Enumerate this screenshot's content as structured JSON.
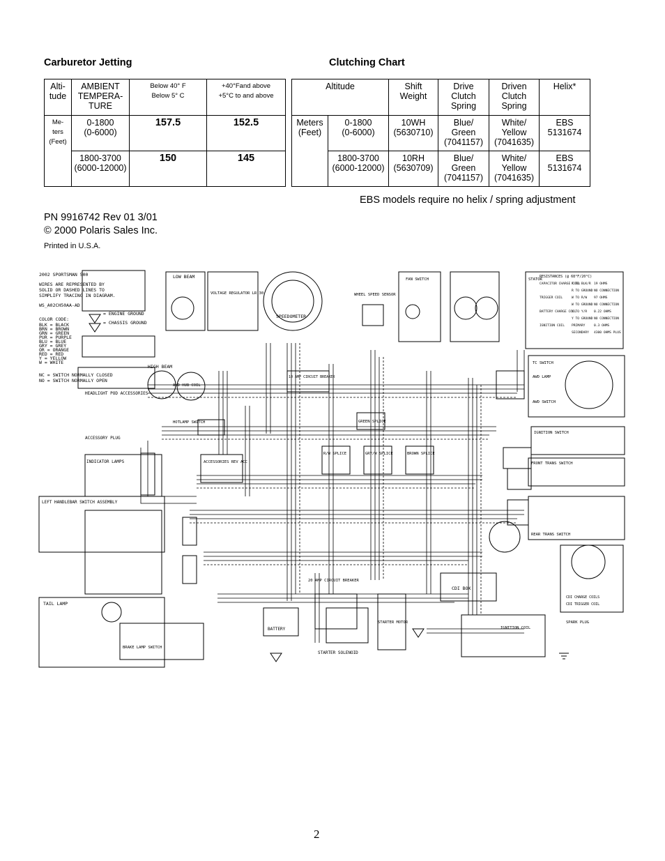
{
  "carb": {
    "heading": "Carburetor Jetting",
    "col_altitude": "Alti-\ntude",
    "col_ambient": "AMBIENT\nTEMPERA-\nTURE",
    "col_below": "Below 40° F\nBelow 5° C",
    "col_above": "+40°Fand above\n+5°C to and above",
    "unit_label": "Me-\nters\n(Feet)",
    "rows": [
      {
        "range": "0-1800\n(0-6000)",
        "below": "157.5",
        "above": "152.5"
      },
      {
        "range": "1800-3700\n(6000-12000)",
        "below": "150",
        "above": "145"
      }
    ]
  },
  "clutch": {
    "heading": "Clutching Chart",
    "col_altitude": "Altitude",
    "col_shift": "Shift\nWeight",
    "col_drive": "Drive\nClutch\nSpring",
    "col_driven": "Driven\nClutch\nSpring",
    "col_helix": "Helix*",
    "unit_label": "Meters\n(Feet)",
    "rows": [
      {
        "range": "0-1800\n(0-6000)",
        "shift": "10WH\n(5630710)",
        "drive": "Blue/\nGreen\n(7041157)",
        "driven": "White/\nYellow\n(7041635)",
        "helix": "EBS\n5131674"
      },
      {
        "range": "1800-3700\n(6000-12000)",
        "shift": "10RH\n(5630709)",
        "drive": "Blue/\nGreen\n(7041157)",
        "driven": "White/\nYellow\n(7041635)",
        "helix": "EBS\n5131674"
      }
    ],
    "note": "EBS models require no helix / spring adjustment"
  },
  "footer": {
    "pn": "PN 9916742  Rev 01 3/01",
    "copyright": "© 2000 Polaris Sales Inc.",
    "printed": "Printed in U.S.A.",
    "page": "2"
  },
  "diagram": {
    "title": "2002 SPORTSMAN 500",
    "intro": [
      "WIRES ARE REPRESENTED BY",
      "SOLID OR DASHED LINES TO",
      "SIMPLIFY TRACING IN DIAGRAM."
    ],
    "code": "WS_A02CH50AA-AD",
    "engine_ground": "= ENGINE GROUND",
    "chassis_ground": "= CHASSIS GROUND",
    "color_code_title": "COLOR CODE:",
    "color_codes": [
      "BLK = BLACK",
      "BRN = BROWN",
      "GRN = GREEN",
      "PUR = PURPLE",
      "BLU = BLUE",
      "GRY = GREY",
      "OR = ORANGE",
      "RED = RED",
      "Y = YELLOW",
      "W = WHITE"
    ],
    "switch_notes": [
      "NC = SWITCH NORMALLY CLOSED",
      "NO = SWITCH NORMALLY OPEN"
    ],
    "labels": {
      "low_beam": "LOW BEAM",
      "high_beam": "HIGH BEAM",
      "voltage_regulator": "VOLTAGE REGULATOR LR 30",
      "speedometer": "SPEEDOMETER",
      "wheel_speed_sensor": "WHEEL SPEED SENSOR",
      "fan_switch": "FAN SWITCH",
      "stator": "STATOR",
      "headlight_pod": "HEADLIGHT POD ACCESSORIES",
      "accessory_plug": "ACCESSORY PLUG",
      "awd_hub_coil": "AWD HUB COIL",
      "hotlamp_switch": "HOTLAMP SWITCH",
      "circuit_breaker_10": "10 AMP CIRCUIT BREAKER",
      "green_splice": "GREEN SPLICE",
      "indicator_lamps": "INDICATOR LAMPS",
      "accessories": "ACCESSORIES REV ACC",
      "rw_splice": "R/W SPLICE",
      "gry_splice": "GRY/W SPLICE",
      "brown_splice": "BROWN SPLICE",
      "left_handlebar": "LEFT HANDLEBAR SWITCH ASSEMBLY",
      "tc_switch": "TC SWITCH",
      "awd_lamp": "AWD LAMP",
      "awd_switch": "AWD SWITCH",
      "ignition_switch": "IGNITION SWITCH",
      "front_trans_switch": "FRONT TRANS SWITCH",
      "rear_trans_switch": "REAR TRANS SWITCH",
      "cdi_box": "CDI BOX",
      "tail_lamp": "TAIL LAMP",
      "brake_lamp_switch": "BRAKE LAMP SWITCH",
      "breaker_20": "20 AMP CIRCUIT BREAKER",
      "battery": "BATTERY",
      "starter_solenoid": "STARTER SOLENOID",
      "starter_motor": "STARTER MOTOR",
      "ignition_coil": "IGNITION COIL",
      "spark_plug": "SPARK PLUG",
      "cdi_charge_coils": "CDI CHARGE COILS",
      "cdi_trigger_coil": "CDI TRIGGER COIL"
    },
    "resistances_title": "RESISTANCES (@ 68°F/20°C)",
    "resistances": [
      [
        "CAPACITOR CHARGE COIL",
        "R TO BLK/R",
        "19 OHMS"
      ],
      [
        "",
        "R TO GROUND",
        "NO CONNECTION"
      ],
      [
        "TRIGGER COIL",
        "W TO R/W",
        "97 OHMS"
      ],
      [
        "",
        "W TO GROUND",
        "NO CONNECTION"
      ],
      [
        "BATTERY CHARGE COIL",
        "Y TO Y/R",
        "0.22 OHMS"
      ],
      [
        "",
        "Y TO GROUND",
        "NO CONNECTION"
      ],
      [
        "IGNITION COIL",
        "PRIMARY",
        "0.3 OHMS"
      ],
      [
        "",
        "SECONDARY",
        "4300 OHMS PLUS"
      ]
    ]
  }
}
